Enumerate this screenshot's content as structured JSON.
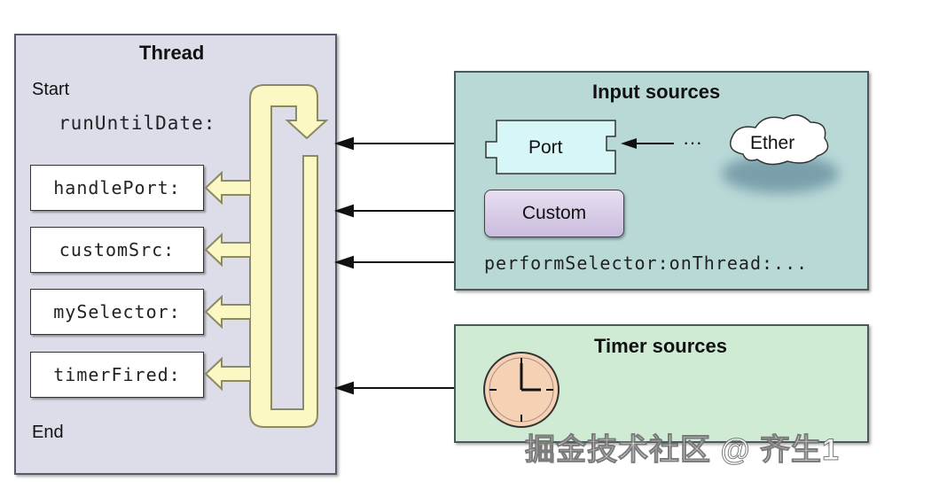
{
  "thread": {
    "title": "Thread",
    "start_label": "Start",
    "end_label": "End",
    "run_method": "runUntilDate:",
    "handlers": [
      "handlePort:",
      "customSrc:",
      "mySelector:",
      "timerFired:"
    ]
  },
  "input_sources": {
    "title": "Input sources",
    "port_label": "Port",
    "ellipsis": "···",
    "ether_label": "Ether",
    "custom_label": "Custom",
    "perform_selector": "performSelector:onThread:..."
  },
  "timer_sources": {
    "title": "Timer sources",
    "icon": "clock-icon"
  },
  "watermark": "掘金技术社区 @ 齐生1",
  "colors": {
    "thread_bg": "#dcdde8",
    "input_bg": "#b9d9d7",
    "timer_bg": "#cfebd4",
    "loop_fill": "#fbf8c4",
    "port_fill": "#d6f6f8",
    "custom_fill": "#d9cfe8",
    "clock_fill": "#f6d2b4"
  }
}
